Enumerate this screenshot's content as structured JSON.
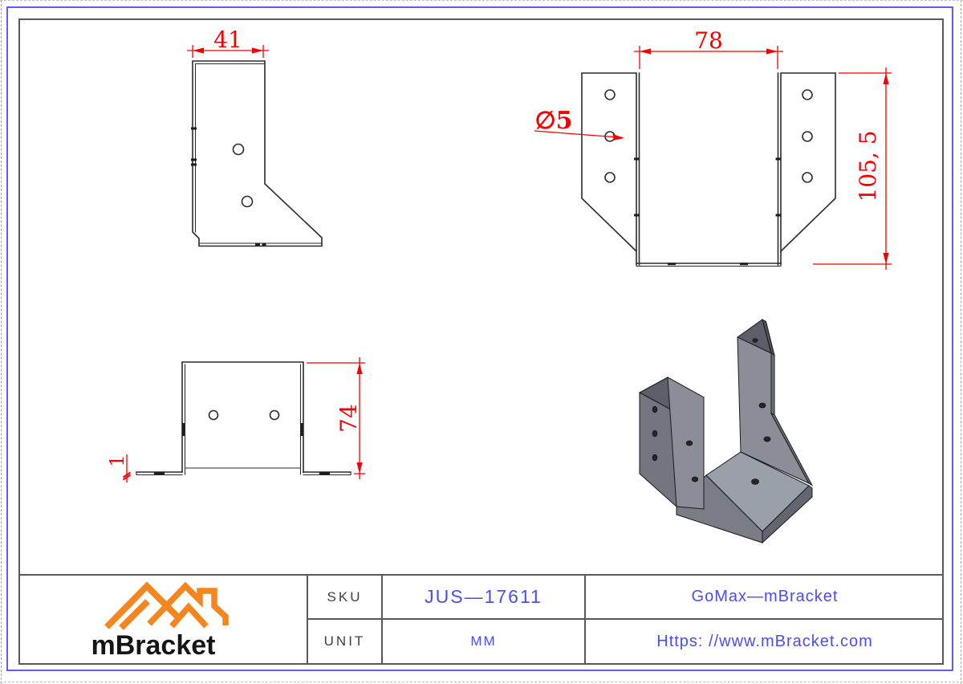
{
  "colors": {
    "dimension_red": "#f40000",
    "value_blue": "#4a4ef0",
    "label_gray": "#3e3f41",
    "logo_orange": "#f5851f",
    "page_border_blue": "#5e5ef0",
    "frame_gray": "#58595e",
    "metal_mid": "#8b8e97",
    "metal_dark": "#70737e",
    "metal_light": "#9aa0a7"
  },
  "views": {
    "side_view": {
      "width_dim": "41"
    },
    "front_view": {
      "opening_width_dim": "78",
      "height_dim": "105, 5",
      "hole_diameter_dim": "∅5"
    },
    "top_view": {
      "depth_dim": "74",
      "thickness_dim": "1"
    }
  },
  "title_block": {
    "logo_text": "mBracket",
    "sku_label": "SKU",
    "sku_value": "JUS—17611",
    "product_name": "GoMax—mBracket",
    "unit_label": "UNIT",
    "unit_value": "MM",
    "website": "Https: //www.mBracket.com"
  }
}
